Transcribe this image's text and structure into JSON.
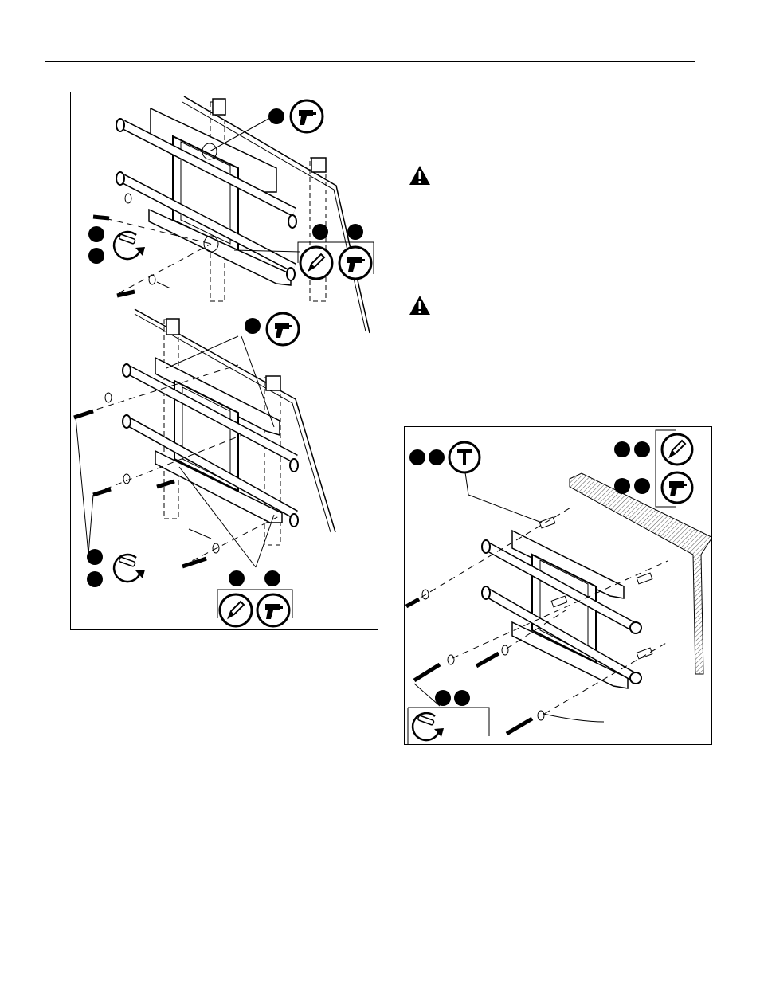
{
  "page": {
    "header_rule": "horizontal",
    "illustrations": [
      {
        "id": "figure-wood-stud-mount",
        "callout_icons": [
          "drill-icon",
          "pencil-icon",
          "drill-icon",
          "ratchet-wrench-icon",
          "drill-icon",
          "pencil-icon",
          "drill-icon",
          "ratchet-wrench-icon"
        ]
      },
      {
        "id": "figure-concrete-wall-mount",
        "callout_icons": [
          "hammer-icon",
          "pencil-icon",
          "drill-icon",
          "ratchet-wrench-icon"
        ]
      }
    ],
    "warnings": [
      {
        "icon": "warning-icon"
      },
      {
        "icon": "warning-icon"
      }
    ],
    "colors": {
      "ink": "#000000",
      "paper": "#ffffff",
      "hatch": "#555555"
    }
  }
}
